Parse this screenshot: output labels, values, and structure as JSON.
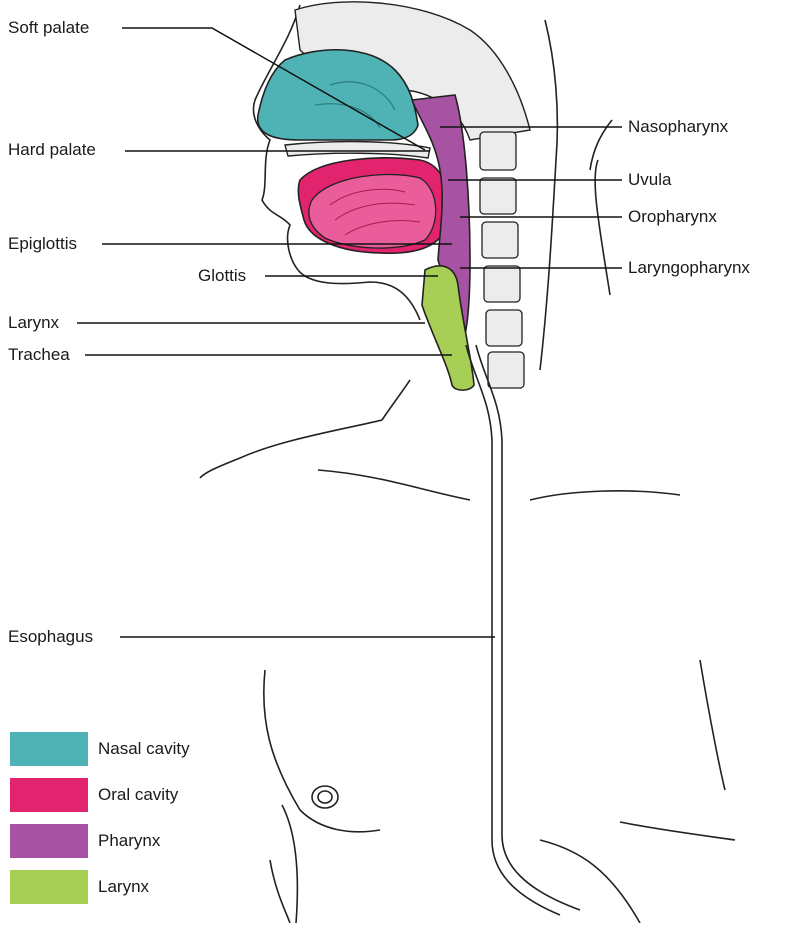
{
  "labels_left": [
    {
      "id": "soft-palate",
      "text": "Soft palate"
    },
    {
      "id": "hard-palate",
      "text": "Hard palate"
    },
    {
      "id": "epiglottis",
      "text": "Epiglottis"
    },
    {
      "id": "glottis",
      "text": "Glottis"
    },
    {
      "id": "larynx",
      "text": "Larynx"
    },
    {
      "id": "trachea",
      "text": "Trachea"
    },
    {
      "id": "esophagus",
      "text": "Esophagus"
    }
  ],
  "labels_right": [
    {
      "id": "nasopharynx",
      "text": "Nasopharynx"
    },
    {
      "id": "uvula",
      "text": "Uvula"
    },
    {
      "id": "oropharynx",
      "text": "Oropharynx"
    },
    {
      "id": "laryngopharynx",
      "text": "Laryngopharynx"
    }
  ],
  "legend": [
    {
      "label": "Nasal cavity",
      "color": "#4fb3b6"
    },
    {
      "label": "Oral cavity",
      "color": "#e2246f"
    },
    {
      "label": "Pharynx",
      "color": "#a752a3"
    },
    {
      "label": "Larynx",
      "color": "#a8cf55"
    }
  ],
  "colors": {
    "outline": "#222222",
    "bone": "#ececec",
    "tongue": "#e95d9a"
  }
}
